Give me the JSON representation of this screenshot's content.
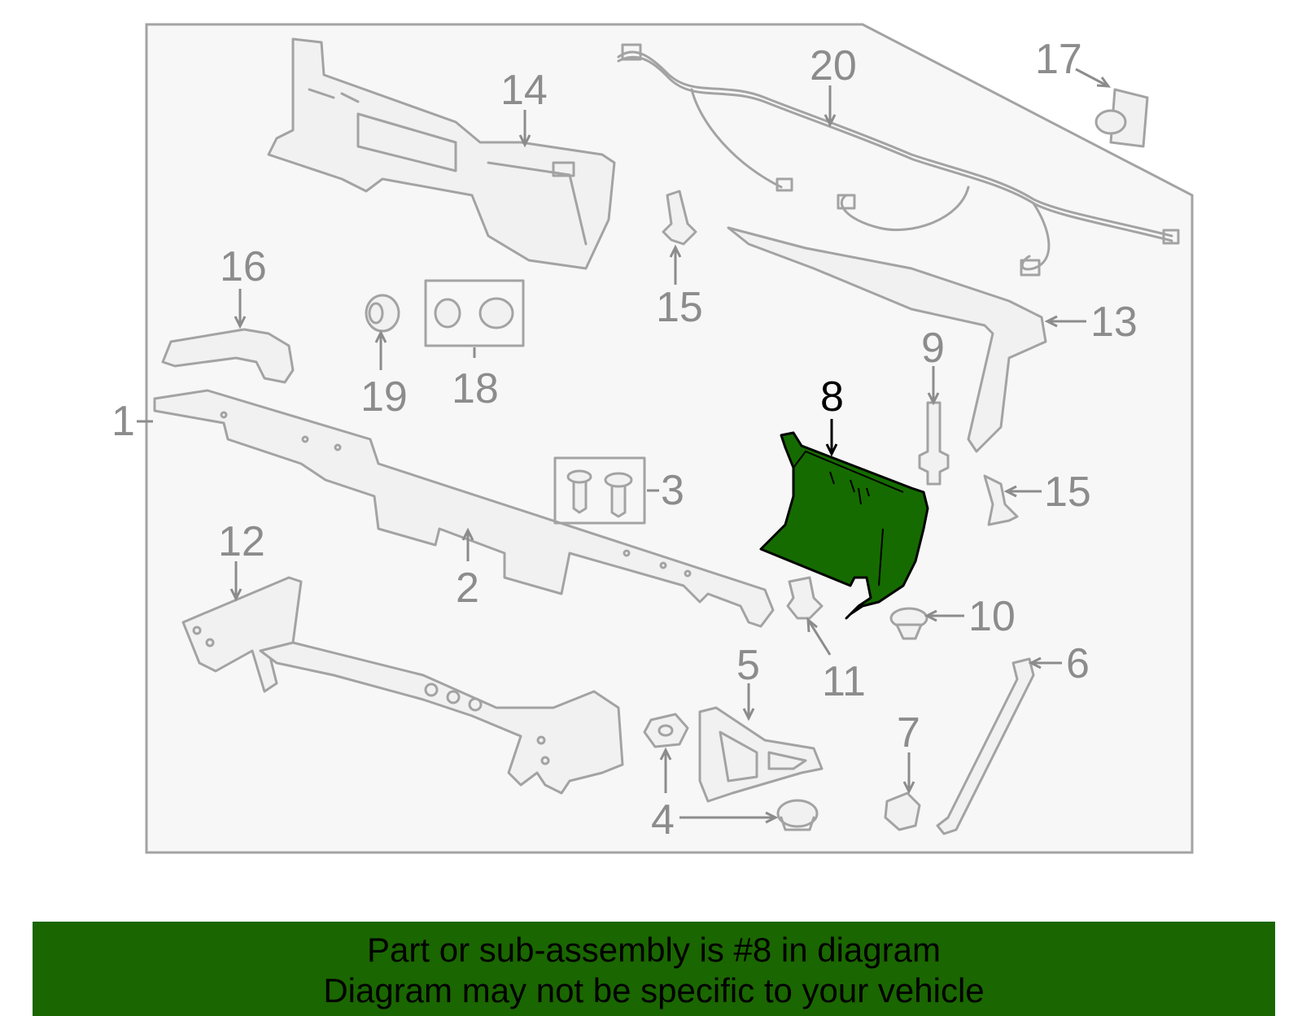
{
  "diagram": {
    "callouts": [
      {
        "id": "1",
        "label": "1"
      },
      {
        "id": "2",
        "label": "2"
      },
      {
        "id": "3",
        "label": "3"
      },
      {
        "id": "4",
        "label": "4"
      },
      {
        "id": "5",
        "label": "5"
      },
      {
        "id": "6",
        "label": "6"
      },
      {
        "id": "7",
        "label": "7"
      },
      {
        "id": "8",
        "label": "8"
      },
      {
        "id": "9",
        "label": "9"
      },
      {
        "id": "10",
        "label": "10"
      },
      {
        "id": "11",
        "label": "11"
      },
      {
        "id": "12",
        "label": "12"
      },
      {
        "id": "13",
        "label": "13"
      },
      {
        "id": "14",
        "label": "14"
      },
      {
        "id": "15a",
        "label": "15"
      },
      {
        "id": "15b",
        "label": "15"
      },
      {
        "id": "16",
        "label": "16"
      },
      {
        "id": "17",
        "label": "17"
      },
      {
        "id": "18",
        "label": "18"
      },
      {
        "id": "19",
        "label": "19"
      },
      {
        "id": "20",
        "label": "20"
      }
    ],
    "highlighted_part": "8",
    "colors": {
      "highlight_fill": "#156b00",
      "part_stroke": "#a3a3a3",
      "callout_text": "#8c8c8c",
      "background_panel": "#f7f7f7"
    }
  },
  "banner": {
    "line1": "Part or sub-assembly is #8 in diagram",
    "line2": "Diagram may not be specific to your vehicle",
    "background": "#1a6600"
  }
}
